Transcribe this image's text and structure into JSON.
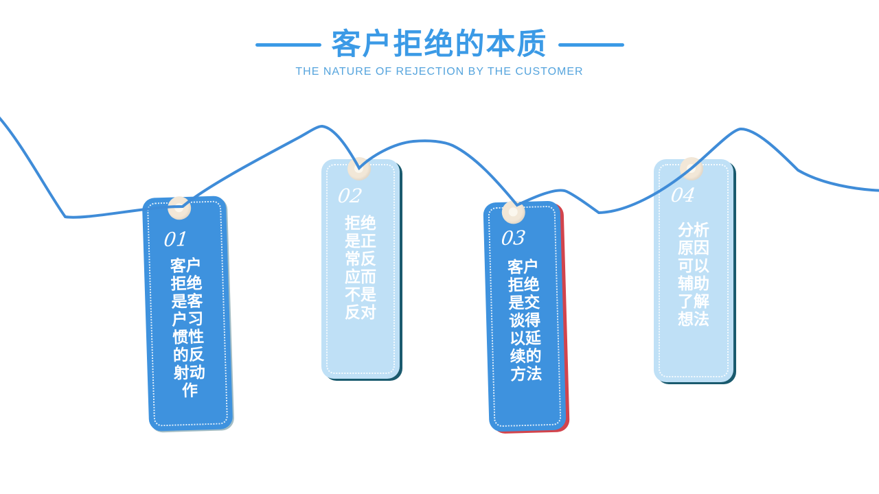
{
  "header": {
    "title": "客户拒绝的本质",
    "subtitle": "THE NATURE OF REJECTION BY THE CUSTOMER"
  },
  "tags": [
    {
      "number": "01",
      "variant": "dark",
      "lines": [
        "客户",
        "拒绝",
        "是客",
        "户习",
        "惯性",
        "的反",
        "射动",
        "作"
      ]
    },
    {
      "number": "02",
      "variant": "light",
      "lines": [
        "拒绝",
        "是正",
        "常反",
        "应而",
        "不是",
        "反对"
      ]
    },
    {
      "number": "03",
      "variant": "dark",
      "lines": [
        "客户",
        "拒绝",
        "是交",
        "谈得",
        "以延",
        "续的",
        "方法"
      ]
    },
    {
      "number": "04",
      "variant": "light",
      "lines": [
        "分析",
        "原因",
        "可以",
        "辅助",
        "了解",
        "想法"
      ]
    }
  ],
  "colors": {
    "title_blue": "#3b9ae6",
    "subtitle_blue": "#55a4dd",
    "rope_blue": "#3f8cd8",
    "tag_dark_fill": "#3e92de",
    "tag_light_fill": "#bfe0f6",
    "tag_shadow_navy": "#1a5a6e",
    "tag_shadow_red": "#d2444c",
    "hole_ring_cream": "#f2e7d7",
    "background": "#ffffff"
  }
}
